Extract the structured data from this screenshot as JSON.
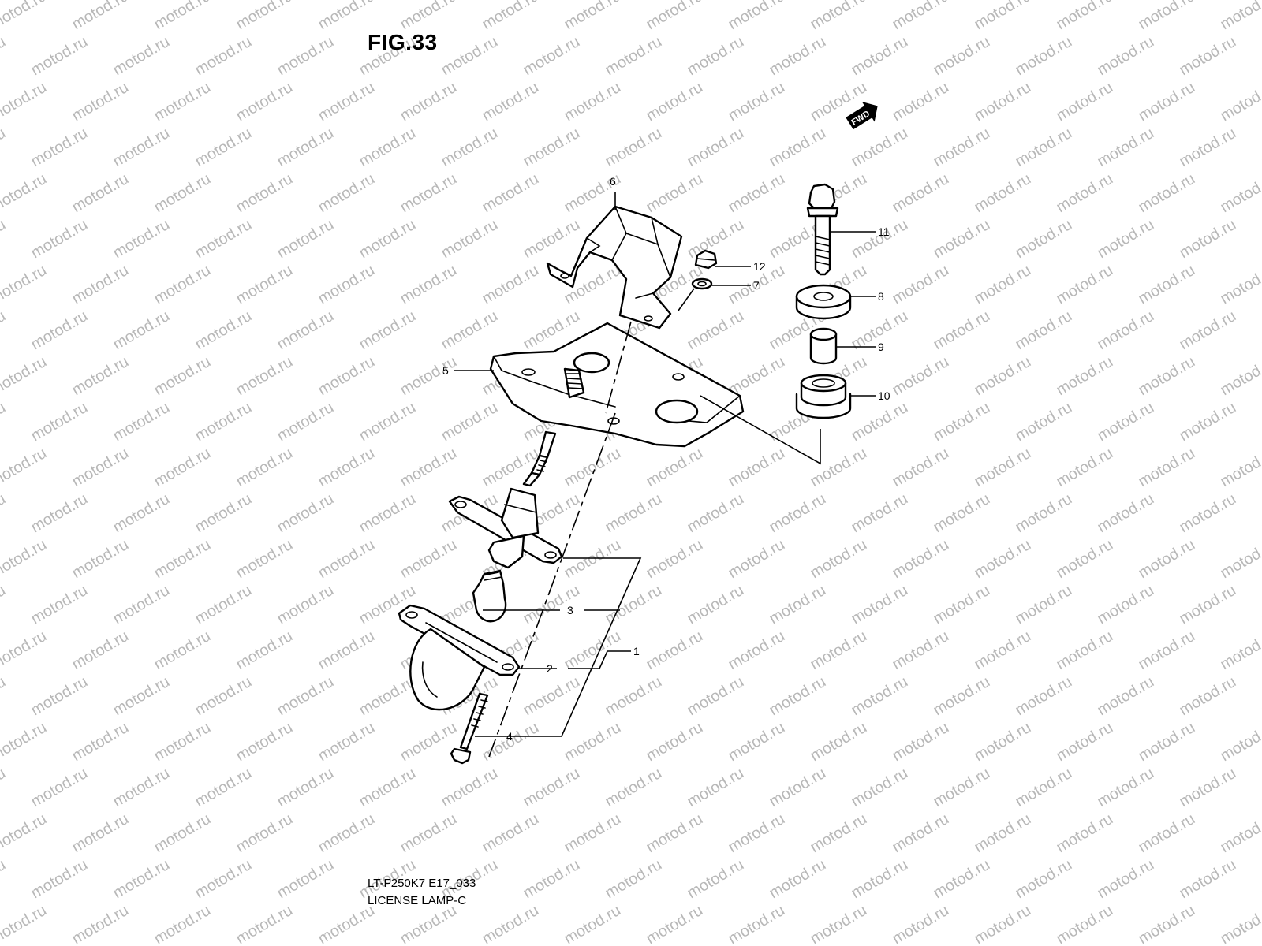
{
  "figure": {
    "title": "FIG.33",
    "model_code": "LT-F250K7 E17_033",
    "section_name": "LICENSE LAMP-C"
  },
  "fwd_label": "FWD",
  "watermark_text": "motod.ru",
  "callouts": [
    {
      "id": "c1",
      "label": "1"
    },
    {
      "id": "c2",
      "label": "2"
    },
    {
      "id": "c3",
      "label": "3"
    },
    {
      "id": "c4",
      "label": "4"
    },
    {
      "id": "c5",
      "label": "5"
    },
    {
      "id": "c6",
      "label": "6"
    },
    {
      "id": "c7",
      "label": "7"
    },
    {
      "id": "c8",
      "label": "8"
    },
    {
      "id": "c9",
      "label": "9"
    },
    {
      "id": "c10",
      "label": "10"
    },
    {
      "id": "c11",
      "label": "11"
    },
    {
      "id": "c12",
      "label": "12"
    }
  ],
  "colors": {
    "line": "#000000",
    "background": "#ffffff",
    "watermark": "#b8b8b8"
  }
}
